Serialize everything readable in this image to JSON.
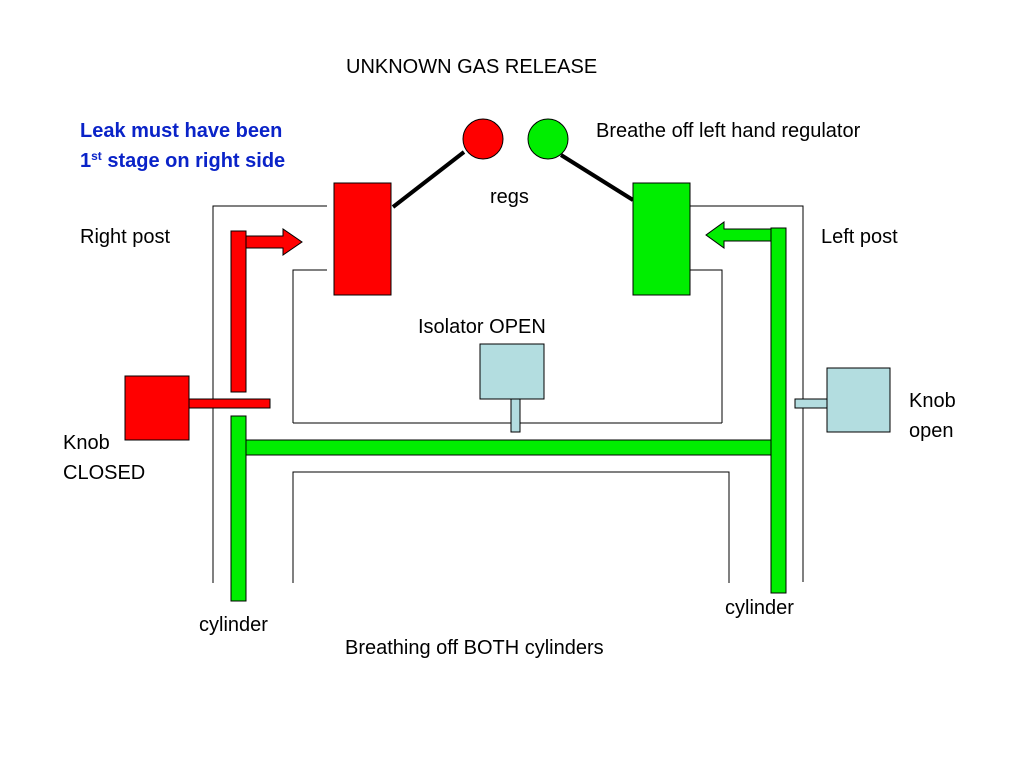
{
  "title": "UNKNOWN GAS RELEASE",
  "note": {
    "line1": "Leak must have been",
    "line2_number": "1",
    "line2_sup": "st",
    "line2_rest": " stage on right side"
  },
  "labels": {
    "breathe": "Breathe off left hand regulator",
    "regs": "regs",
    "right_post": "Right post",
    "left_post": "Left post",
    "isolator": "Isolator OPEN",
    "knob_left_1": "Knob",
    "knob_left_2": "CLOSED",
    "knob_right_1": "Knob",
    "knob_right_2": "open",
    "cylinder_left": "cylinder",
    "cylinder_right": "cylinder",
    "bottom": "Breathing off BOTH cylinders"
  },
  "colors": {
    "red": "#ff0000",
    "green": "#00ee00",
    "lightblue": "#b3dde0",
    "outline": "#000000",
    "note_text": "#0a23c8"
  }
}
